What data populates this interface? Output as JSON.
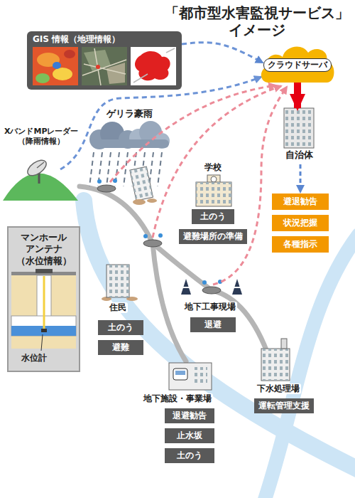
{
  "diagram": {
    "title": "「都市型水害監視サービス」 イメージ",
    "nodes": [
      {
        "text": [
          "GIS 情報（地理情報）"
        ]
      },
      {
        "text": [
          "クラウドサーバ"
        ]
      },
      {
        "text": [
          "自治体"
        ]
      },
      {
        "text": [
          "避退勧告"
        ]
      },
      {
        "text": [
          "状況把握"
        ]
      },
      {
        "text": [
          "各種指示"
        ]
      },
      {
        "text": [
          "マンホール アンテナ （水位情報）"
        ]
      },
      {
        "text": [
          "土のう"
        ]
      },
      {
        "text": [
          "避難場所の準備"
        ]
      },
      {
        "text": [
          "土のう"
        ]
      },
      {
        "text": [
          "避難"
        ]
      },
      {
        "text": [
          "退避"
        ]
      },
      {
        "text": [
          "退避勧告"
        ]
      },
      {
        "text": [
          "止水坂"
        ]
      },
      {
        "text": [
          "土のう"
        ]
      },
      {
        "text": [
          "運転管理支援"
        ]
      }
    ],
    "edges": [
      {
        "from": 0,
        "to": 1,
        "arrow": "to"
      },
      {
        "from": 1,
        "to": 2,
        "arrow": "to"
      },
      {
        "from": 2,
        "to": 3,
        "arrow": "to"
      }
    ],
    "labels": [
      "ゲリラ豪雨",
      "XバンドMPレーダー （降雨情報）",
      "学校",
      "住民",
      "地下工事現場",
      "地下施設・事業場",
      "下水処理場",
      "水位計"
    ]
  }
}
